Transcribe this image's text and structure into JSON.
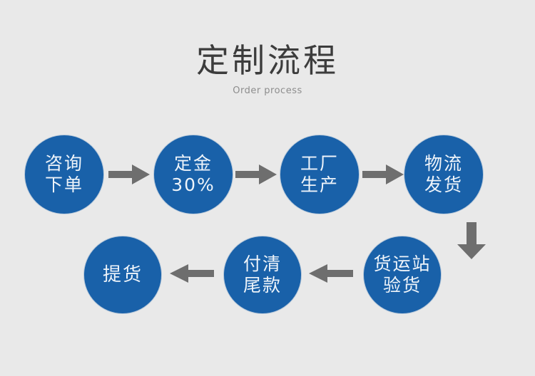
{
  "header": {
    "title": "定制流程",
    "subtitle": "Order process"
  },
  "colors": {
    "background": "#e9e9e9",
    "circle_blue": "#1961a9",
    "circle_text": "#eef4fa",
    "arrow_gray": "#6e6e6e",
    "title_text": "#3c3c3c",
    "subtitle_text": "#8d8d8d"
  },
  "flow": {
    "steps": [
      {
        "id": "step-1",
        "label": "咨询\n下单",
        "order": 1
      },
      {
        "id": "step-2",
        "label": "定金\n30%",
        "order": 2
      },
      {
        "id": "step-3",
        "label": "工厂\n生产",
        "order": 3
      },
      {
        "id": "step-4",
        "label": "物流\n发货",
        "order": 4
      },
      {
        "id": "step-5",
        "label": "货运站\n验货",
        "order": 5
      },
      {
        "id": "step-6",
        "label": "付清\n尾款",
        "order": 6
      },
      {
        "id": "step-7",
        "label": "提货",
        "order": 7
      }
    ],
    "connectors": [
      {
        "id": "arrow-1",
        "direction": "right",
        "from": "step-1",
        "to": "step-2"
      },
      {
        "id": "arrow-2",
        "direction": "right",
        "from": "step-2",
        "to": "step-3"
      },
      {
        "id": "arrow-3",
        "direction": "right",
        "from": "step-3",
        "to": "step-4"
      },
      {
        "id": "arrow-4",
        "direction": "down",
        "from": "step-4",
        "to": "step-5"
      },
      {
        "id": "arrow-5",
        "direction": "left",
        "from": "step-5",
        "to": "step-6"
      },
      {
        "id": "arrow-6",
        "direction": "left",
        "from": "step-6",
        "to": "step-7"
      }
    ]
  }
}
